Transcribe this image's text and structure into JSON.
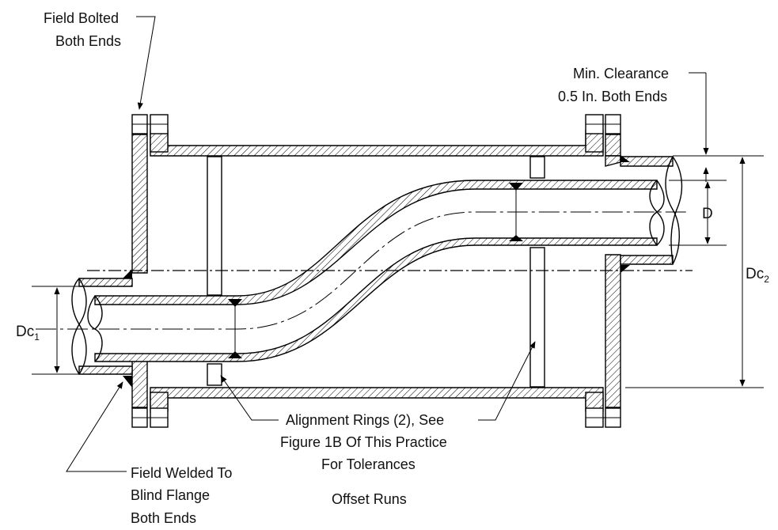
{
  "labels": {
    "field_bolted_1": "Field Bolted",
    "field_bolted_2": "Both Ends",
    "min_clearance_1": "Min. Clearance",
    "min_clearance_2": "0.5 In. Both Ends",
    "alignment_1": "Alignment Rings (2), See",
    "alignment_2": "Figure 1B Of This Practice",
    "alignment_3": "For Tolerances",
    "field_welded_1": "Field Welded To",
    "field_welded_2": "Blind Flange",
    "field_welded_3": "Both Ends",
    "caption": "Offset Runs"
  },
  "dimensions": {
    "d": "D",
    "dc1_main": "Dc",
    "dc1_sub": "1",
    "dc2_main": "Dc",
    "dc2_sub": "2"
  }
}
